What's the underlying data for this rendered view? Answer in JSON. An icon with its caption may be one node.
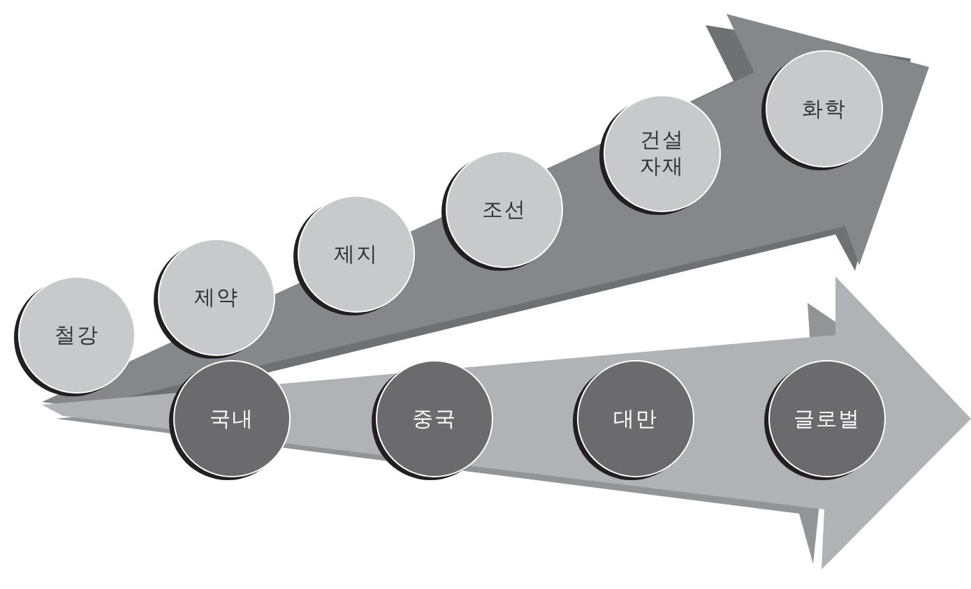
{
  "diagram": {
    "nodes": [
      {
        "text": [
          "철강"
        ]
      },
      {
        "text": [
          "제약"
        ]
      },
      {
        "text": [
          "제지"
        ]
      },
      {
        "text": [
          "조선"
        ]
      },
      {
        "text": [
          "건설 자재"
        ]
      },
      {
        "text": [
          "화학"
        ]
      },
      {
        "text": [
          "국내"
        ]
      },
      {
        "text": [
          "중국"
        ]
      },
      {
        "text": [
          "대만"
        ]
      },
      {
        "text": [
          "글로벌"
        ]
      }
    ]
  }
}
